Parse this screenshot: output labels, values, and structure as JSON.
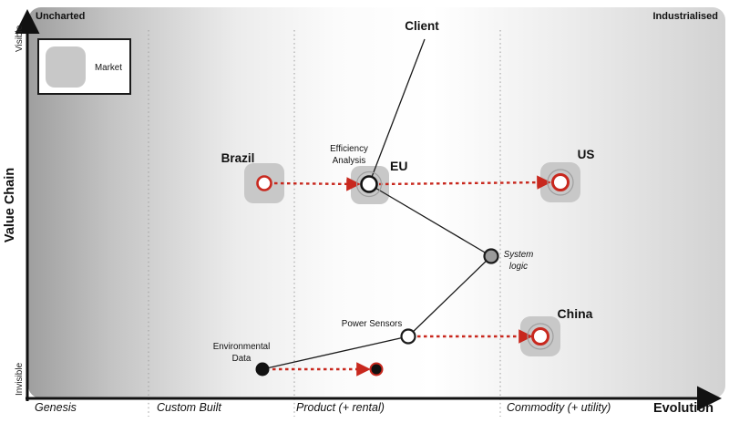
{
  "axes": {
    "y_title": "Value Chain",
    "y_top": "Visible",
    "y_bottom": "Invisible",
    "x_title": "Evolution",
    "top_left": "Uncharted",
    "top_right": "Industrialised",
    "stages": [
      {
        "label": "Genesis"
      },
      {
        "label": "Custom Built"
      },
      {
        "label": "Product (+ rental)"
      },
      {
        "label": "Commodity (+ utility)"
      }
    ]
  },
  "legend": {
    "market": "Market"
  },
  "nodes": {
    "client": {
      "label": "Client"
    },
    "eu": {
      "label": "EU"
    },
    "brazil": {
      "label": "Brazil"
    },
    "us": {
      "label": "US"
    },
    "china": {
      "label": "China"
    },
    "efficiency_analysis": {
      "line1": "Efficiency",
      "line2": "Analysis"
    },
    "system_logic": {
      "line1": "System",
      "line2": "logic"
    },
    "power_sensors": {
      "label": "Power Sensors"
    },
    "environmental_data": {
      "line1": "Environmental",
      "line2": "Data"
    }
  },
  "colors": {
    "movement_red": "#c8281e",
    "market_fill": "#c8c8c8",
    "link_black": "#1a1a1a",
    "divider_gray": "#a3a3a3",
    "node_fill_dark": "#111111",
    "node_fill_gray": "#9b9b9b"
  }
}
